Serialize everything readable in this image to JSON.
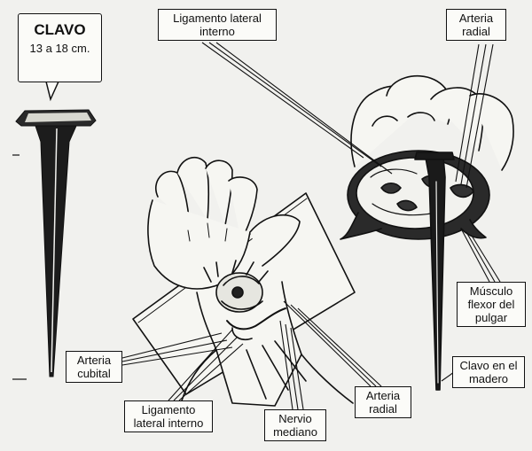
{
  "nail": {
    "title": "CLAVO",
    "size": "13 a 18 cm."
  },
  "labels": {
    "lig_top": [
      "Ligamento lateral",
      "interno"
    ],
    "art_radial_top": [
      "Arteria",
      "radial"
    ],
    "musculo": [
      "Músculo",
      "flexor del",
      "pulgar"
    ],
    "clavo_madero": [
      "Clavo en el",
      "madero"
    ],
    "art_cubital": [
      "Arteria",
      "cubital"
    ],
    "lig_bottom": [
      "Ligamento",
      "lateral interno"
    ],
    "nervio": [
      "Nervio",
      "mediano"
    ],
    "art_radial_bottom": [
      "Arteria",
      "radial"
    ]
  }
}
